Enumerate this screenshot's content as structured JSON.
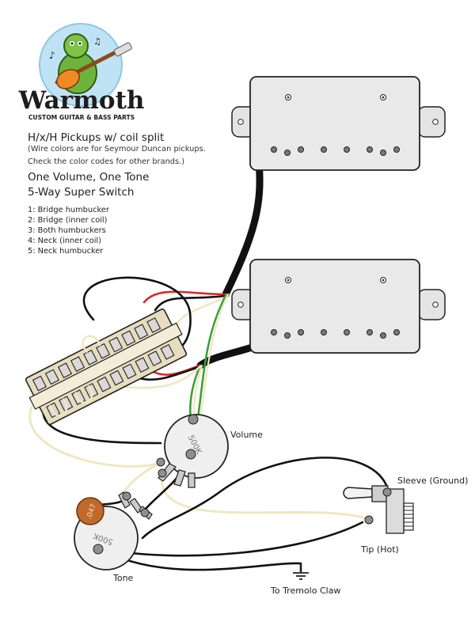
{
  "brand": {
    "name": "Warmoth",
    "tagline": "CUSTOM GUITAR & BASS PARTS"
  },
  "title": {
    "main": "H/x/H Pickups w/ coil split",
    "note_line1": "(Wire colors are for Seymour Duncan pickups.",
    "note_line2": "Check the color codes for other brands.)",
    "controls": "One Volume, One Tone",
    "switch": "5-Way Super Switch"
  },
  "positions": [
    "1: Bridge humbucker",
    "2: Bridge (inner coil)",
    "3: Both humbuckers",
    "4: Neck (inner coil)",
    "5: Neck humbucker"
  ],
  "labels": {
    "volume": "Volume",
    "tone": "Tone",
    "sleeve": "Sleeve (Ground)",
    "tip": "Tip (Hot)",
    "ground": "To Tremolo Claw",
    "volume_pot_value": "500K",
    "tone_pot_value": "500K",
    "cap_value": ".047"
  },
  "colors": {
    "pickup_fill": "#e9e9e9",
    "pot_fill": "#efefef",
    "cap_fill": "#c2692a",
    "switch_fill": "#e8dcbf",
    "wire_black": "#111111",
    "wire_red": "#d62b2b",
    "wire_green": "#3aa13a",
    "wire_bare": "#f1e7bf"
  }
}
